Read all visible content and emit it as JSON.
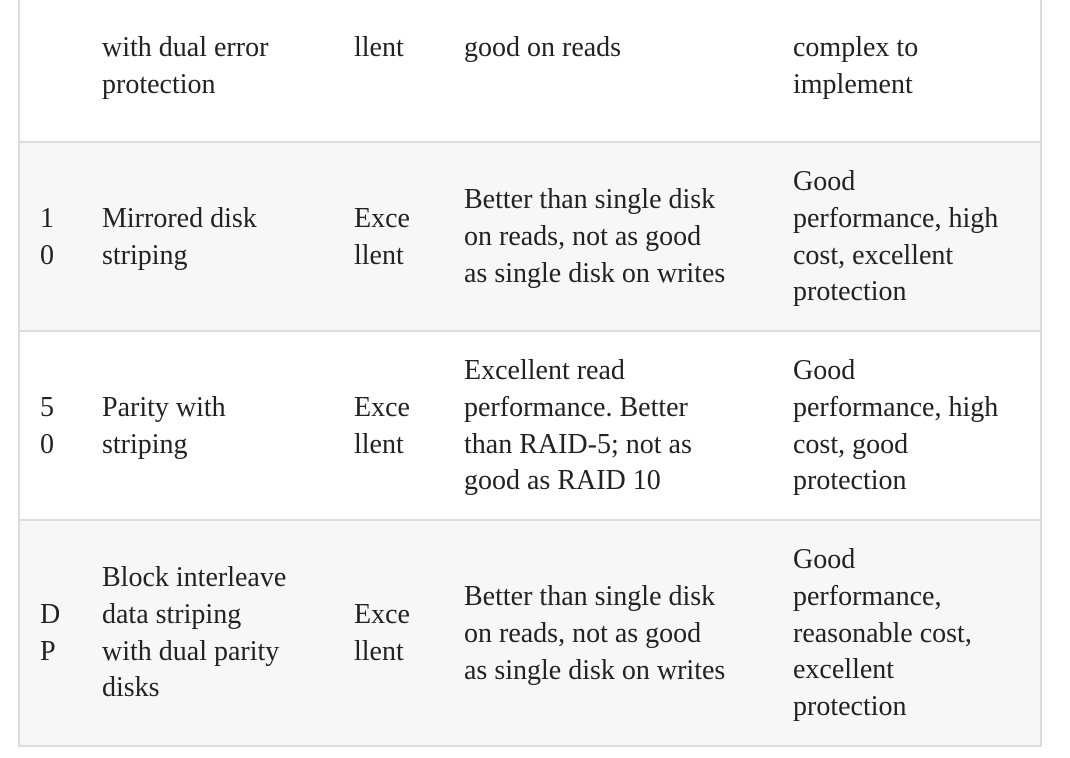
{
  "table": {
    "rows": [
      {
        "level": "",
        "description": "with dual error\nprotection",
        "fault_tolerance": "llent",
        "performance": "good on reads",
        "notes": "complex to\nimplement"
      },
      {
        "level": "1\n0",
        "description": "Mirrored disk\nstriping",
        "fault_tolerance": "Exce\nllent",
        "performance": "Better than single disk\non reads, not as good\nas single disk on writes",
        "notes": "Good\nperformance, high\ncost, excellent\nprotection"
      },
      {
        "level": "5\n0",
        "description": "Parity with\nstriping",
        "fault_tolerance": "Exce\nllent",
        "performance": "Excellent read\nperformance. Better\nthan RAID-5; not as\ngood as RAID 10",
        "notes": "Good\nperformance, high\ncost, good\nprotection"
      },
      {
        "level": "D\nP",
        "description": "Block interleave\ndata striping\nwith dual parity\ndisks",
        "fault_tolerance": "Exce\nllent",
        "performance": "Better than single disk\non reads, not as good\nas single disk on writes",
        "notes": "Good\nperformance,\nreasonable cost,\nexcellent\nprotection"
      }
    ]
  }
}
